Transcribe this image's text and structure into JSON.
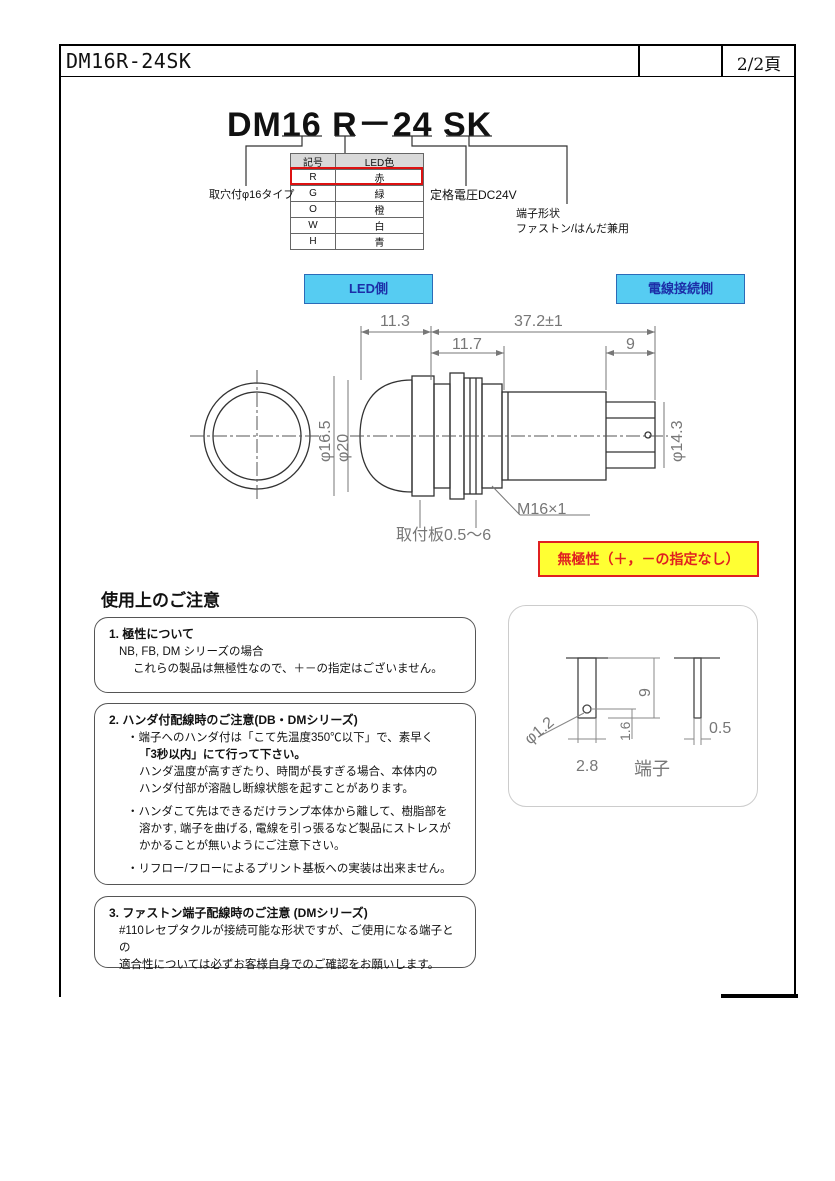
{
  "header": {
    "title": "DM16R-24SK",
    "page": "2/2頁"
  },
  "model": {
    "code": "DM16 R－24 SK",
    "table": {
      "headers": [
        "記号",
        "LED色"
      ],
      "rows": [
        [
          "R",
          "赤"
        ],
        [
          "G",
          "緑"
        ],
        [
          "O",
          "橙"
        ],
        [
          "W",
          "白"
        ],
        [
          "H",
          "青"
        ]
      ]
    },
    "mount_label": "取穴付φ16タイプ",
    "voltage_label": "定格電圧DC24V",
    "terminal_label": "端子形状",
    "terminal_sub": "ファストン/はんだ兼用"
  },
  "drawing": {
    "led_side": "LED側",
    "wire_side": "電線接続側",
    "dims": {
      "d1": "11.3",
      "d2": "37.2±1",
      "d3": "11.7",
      "d4": "9",
      "d5": "φ16.5",
      "d6": "φ20",
      "d7": "φ14.3",
      "thread": "M16×1",
      "plate": "取付板0.5～6"
    },
    "polarity": "無極性（＋，－の指定なし）"
  },
  "terminal_detail": {
    "d_hole": "φ1.2",
    "width": "2.8",
    "height": "9",
    "offset": "1.6",
    "thickness": "0.5",
    "caption": "端子"
  },
  "notes": {
    "section_title": "使用上のご注意",
    "items": [
      {
        "heading": "1. 極性について",
        "lines": [
          "NB, FB, DM シリーズの場合",
          "これらの製品は無極性なので、＋－の指定はございません。"
        ]
      },
      {
        "heading": "2. ハンダ付配線時のご注意(DB・DMシリーズ)",
        "b1": [
          "・端子へのハンダ付は「こて先温度350℃以下」で、素早く",
          "「3秒以内」にて行って下さい。",
          "ハンダ温度が高すぎたり、時間が長すぎる場合、本体内の",
          "ハンダ付部が溶融し断線状態を起すことがあります。"
        ],
        "b2": [
          "・ハンダこて先はできるだけランプ本体から離して、樹脂部を",
          "溶かす, 端子を曲げる, 電線を引っ張るなど製品にストレスが",
          "かかることが無いようにご注意下さい。"
        ],
        "b3": [
          "・リフロー/フローによるプリント基板への実装は出来ません。"
        ]
      },
      {
        "heading": "3. ファストン端子配線時のご注意 (DMシリーズ)",
        "lines": [
          "#110レセプタクルが接続可能な形状ですが、ご使用になる端子との",
          "適合性については必ずお客様自身でのご確認をお願いします。"
        ]
      }
    ]
  }
}
